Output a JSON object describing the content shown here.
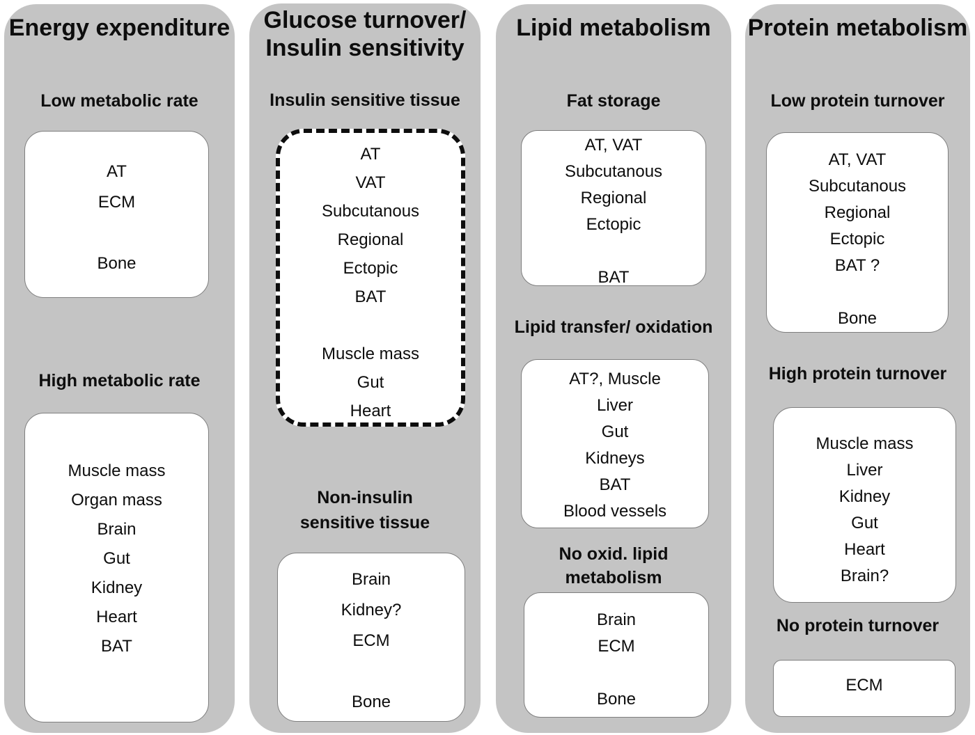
{
  "figure": {
    "description": "Four-panel diagram of body tissues grouped by metabolic function"
  },
  "colors": {
    "column_bg": "#c4c4c4",
    "box_bg": "#ffffff",
    "box_border": "#7e7e7e",
    "dashed_border": "#0d0d0d",
    "text": "#0d0d0d"
  },
  "columns": [
    {
      "title": "Energy expenditure",
      "sections": [
        {
          "heading": "Low metabolic rate",
          "items": [
            "AT",
            "ECM",
            "",
            "Bone"
          ]
        },
        {
          "heading": "High metabolic rate",
          "items": [
            "Muscle mass",
            "Organ mass",
            "Brain",
            "Gut",
            "Kidney",
            "Heart",
            "BAT"
          ]
        }
      ]
    },
    {
      "title": "Glucose turnover/\nInsulin sensitivity",
      "sections": [
        {
          "heading": "Insulin sensitive tissue",
          "items": [
            "AT",
            "VAT",
            "Subcutanous",
            "Regional",
            "Ectopic",
            "BAT",
            "",
            "Muscle mass",
            "Gut",
            "Heart"
          ]
        },
        {
          "heading": "Non-insulin\nsensitive tissue",
          "items": [
            "Brain",
            "Kidney?",
            "ECM",
            "",
            "Bone"
          ]
        }
      ]
    },
    {
      "title": "Lipid metabolism",
      "sections": [
        {
          "heading": "Fat storage",
          "items": [
            "AT, VAT",
            "Subcutanous",
            "Regional",
            "Ectopic",
            "",
            "BAT"
          ]
        },
        {
          "heading": "Lipid transfer/ oxidation",
          "items": [
            "AT?, Muscle",
            "Liver",
            "Gut",
            "Kidneys",
            "BAT",
            "Blood vessels"
          ]
        },
        {
          "heading": "No oxid. lipid\nmetabolism",
          "items": [
            "Brain",
            "ECM",
            "",
            "Bone"
          ]
        }
      ]
    },
    {
      "title": "Protein metabolism",
      "sections": [
        {
          "heading": "Low protein turnover",
          "items": [
            "AT, VAT",
            "Subcutanous",
            "Regional",
            "Ectopic",
            "BAT ?",
            "",
            "Bone"
          ]
        },
        {
          "heading": "High protein turnover",
          "items": [
            "Muscle mass",
            "Liver",
            "Kidney",
            "Gut",
            "Heart",
            "Brain?"
          ]
        },
        {
          "heading": "No protein turnover",
          "items": [
            "ECM"
          ]
        }
      ]
    }
  ]
}
